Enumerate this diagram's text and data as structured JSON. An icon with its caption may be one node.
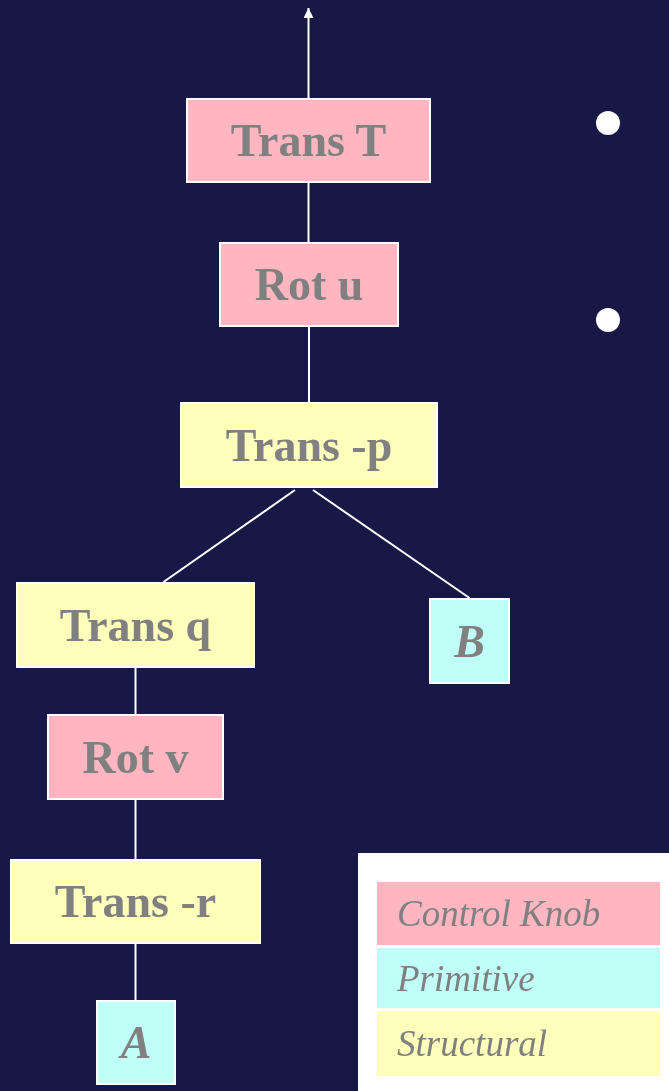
{
  "diagram": {
    "nodes": [
      {
        "text": [
          "Trans T"
        ]
      },
      {
        "text": [
          "Rot u"
        ]
      },
      {
        "text": [
          "Trans -p"
        ]
      },
      {
        "text": [
          "Trans q"
        ]
      },
      {
        "text": [
          "B"
        ]
      },
      {
        "text": [
          "Rot v"
        ]
      },
      {
        "text": [
          "Trans -r"
        ]
      },
      {
        "text": [
          "A"
        ]
      }
    ],
    "edges": [
      {
        "from": 0,
        "to": null,
        "arrow": "to"
      },
      {
        "from": 0,
        "to": 1,
        "arrow": "none"
      },
      {
        "from": 1,
        "to": 2,
        "arrow": "none"
      },
      {
        "from": 2,
        "to": 3,
        "arrow": "none"
      },
      {
        "from": 2,
        "to": 4,
        "arrow": "none"
      },
      {
        "from": 3,
        "to": 5,
        "arrow": "none"
      },
      {
        "from": 5,
        "to": 6,
        "arrow": "none"
      },
      {
        "from": 6,
        "to": 7,
        "arrow": "none"
      }
    ],
    "legend": [
      {
        "text": "Control Knob",
        "color": "#ffb6c1"
      },
      {
        "text": "Primitive",
        "color": "#c0fff8"
      },
      {
        "text": "Structural",
        "color": "#ffffbb"
      }
    ]
  }
}
